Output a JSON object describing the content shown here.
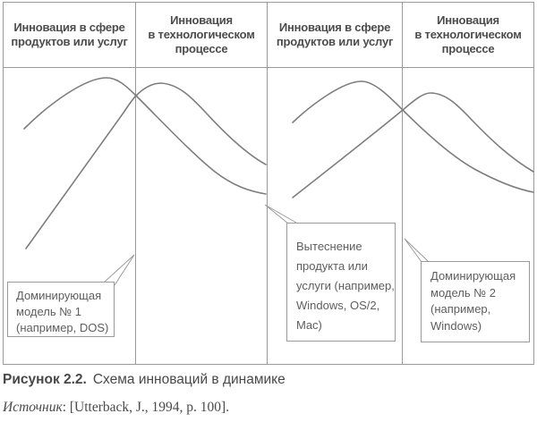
{
  "colors": {
    "grid_border": "#9a9a9a",
    "curve": "#7d7d7d",
    "header_text": "#4c4c4c",
    "callout_text": "#5e5e5e",
    "caption_text": "#484848"
  },
  "header": {
    "columns": [
      {
        "lines": [
          "Инновация в сфере",
          "продуктов или услуг"
        ]
      },
      {
        "lines": [
          "Инновация",
          "в технологическом",
          "процессе"
        ]
      },
      {
        "lines": [
          "Инновация в сфере",
          "продуктов или услуг"
        ]
      },
      {
        "lines": [
          "Инновация",
          "в технологическом",
          "процессе"
        ]
      }
    ]
  },
  "callouts": [
    {
      "lines": [
        "Доминирующая",
        "модель № 1",
        "(например, DOS)"
      ]
    },
    {
      "lines": [
        "Вытеснение",
        "продукта или",
        "услуги (например,",
        "Windows, OS/2,",
        "Mac)"
      ]
    },
    {
      "lines": [
        "Доминирующая",
        "модель № 2",
        "(например,",
        "Windows)"
      ]
    }
  ],
  "curves": {
    "left_panel": [
      "product-or-service-innovation-wave-1",
      "process-innovation-wave-1"
    ],
    "right_panel": [
      "product-or-service-innovation-wave-2",
      "process-innovation-wave-2"
    ]
  },
  "caption": {
    "figure_label": "Рисунок 2.2.",
    "figure_title": "Схема инноваций в динамике"
  },
  "source": {
    "label": "Источник",
    "text": ": [Utterback, J., 1994, p. 100]."
  }
}
